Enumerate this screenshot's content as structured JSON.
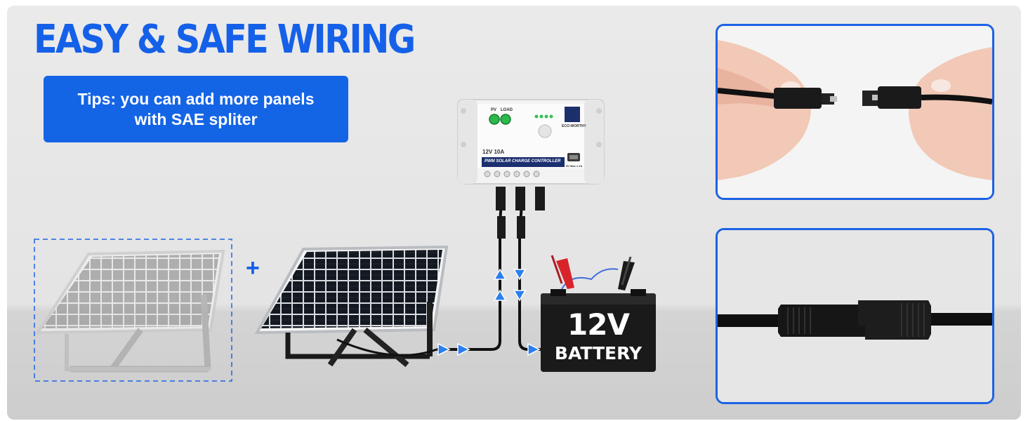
{
  "headline": "EASY & SAFE WIRING",
  "tips": {
    "line1": "Tips: you can add more panels",
    "line2": "with SAE spliter"
  },
  "plus_sign": "+",
  "controller": {
    "pv_label": "PV",
    "load_label": "LOAD",
    "rating": "12V 10A",
    "type_label": "PWM SOLAR CHARGE CONTROLLER",
    "brand": "ECO-WORTHY",
    "usb_label": "5V Max 1.2A"
  },
  "battery": {
    "voltage": "12V",
    "label": "BATTERY"
  },
  "colors": {
    "accent_blue": "#1464e6",
    "headline_blue": "#1560e8",
    "battery_body": "#1a1a1a",
    "clamp_red": "#d8232a",
    "arrow_blue": "#2b7ff0"
  }
}
